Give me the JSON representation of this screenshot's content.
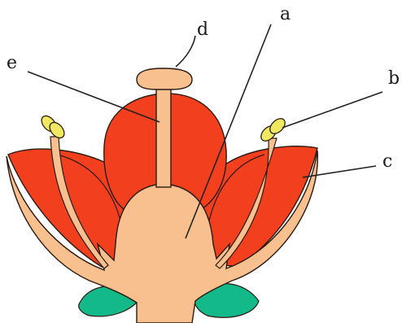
{
  "labels": {
    "a": "a",
    "b": "b",
    "c": "c",
    "d": "d",
    "e": "e"
  },
  "colors": {
    "petal": "#f2401e",
    "petal_dark": "#e0381a",
    "receptacle": "#f8c08e",
    "sepal": "#14b98a",
    "anther": "#f0e860",
    "outline": "#2b1a10",
    "leader_line": "#222222"
  }
}
